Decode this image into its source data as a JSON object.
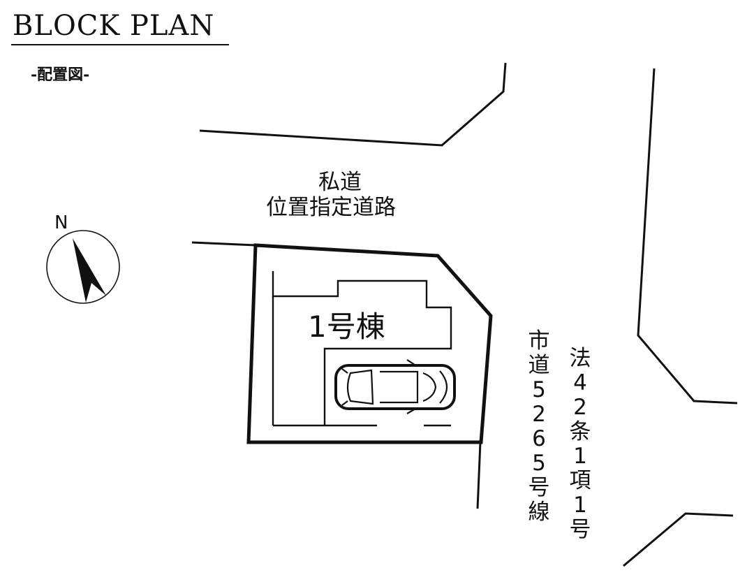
{
  "title": "BLOCK PLAN",
  "subtitle": "-配置図-",
  "north_label": "N",
  "private_road": {
    "line1": "私道",
    "line2": "位置指定道路"
  },
  "building_label": "1号棟",
  "city_road": {
    "col_left": [
      "市",
      "道",
      "5",
      "2",
      "6",
      "5",
      "号",
      "線"
    ],
    "col_right": [
      "法",
      "4",
      "2",
      "条",
      "1",
      "項",
      "1",
      "号"
    ]
  },
  "icons": {
    "compass": "north-arrow-icon",
    "car": "car-icon"
  }
}
